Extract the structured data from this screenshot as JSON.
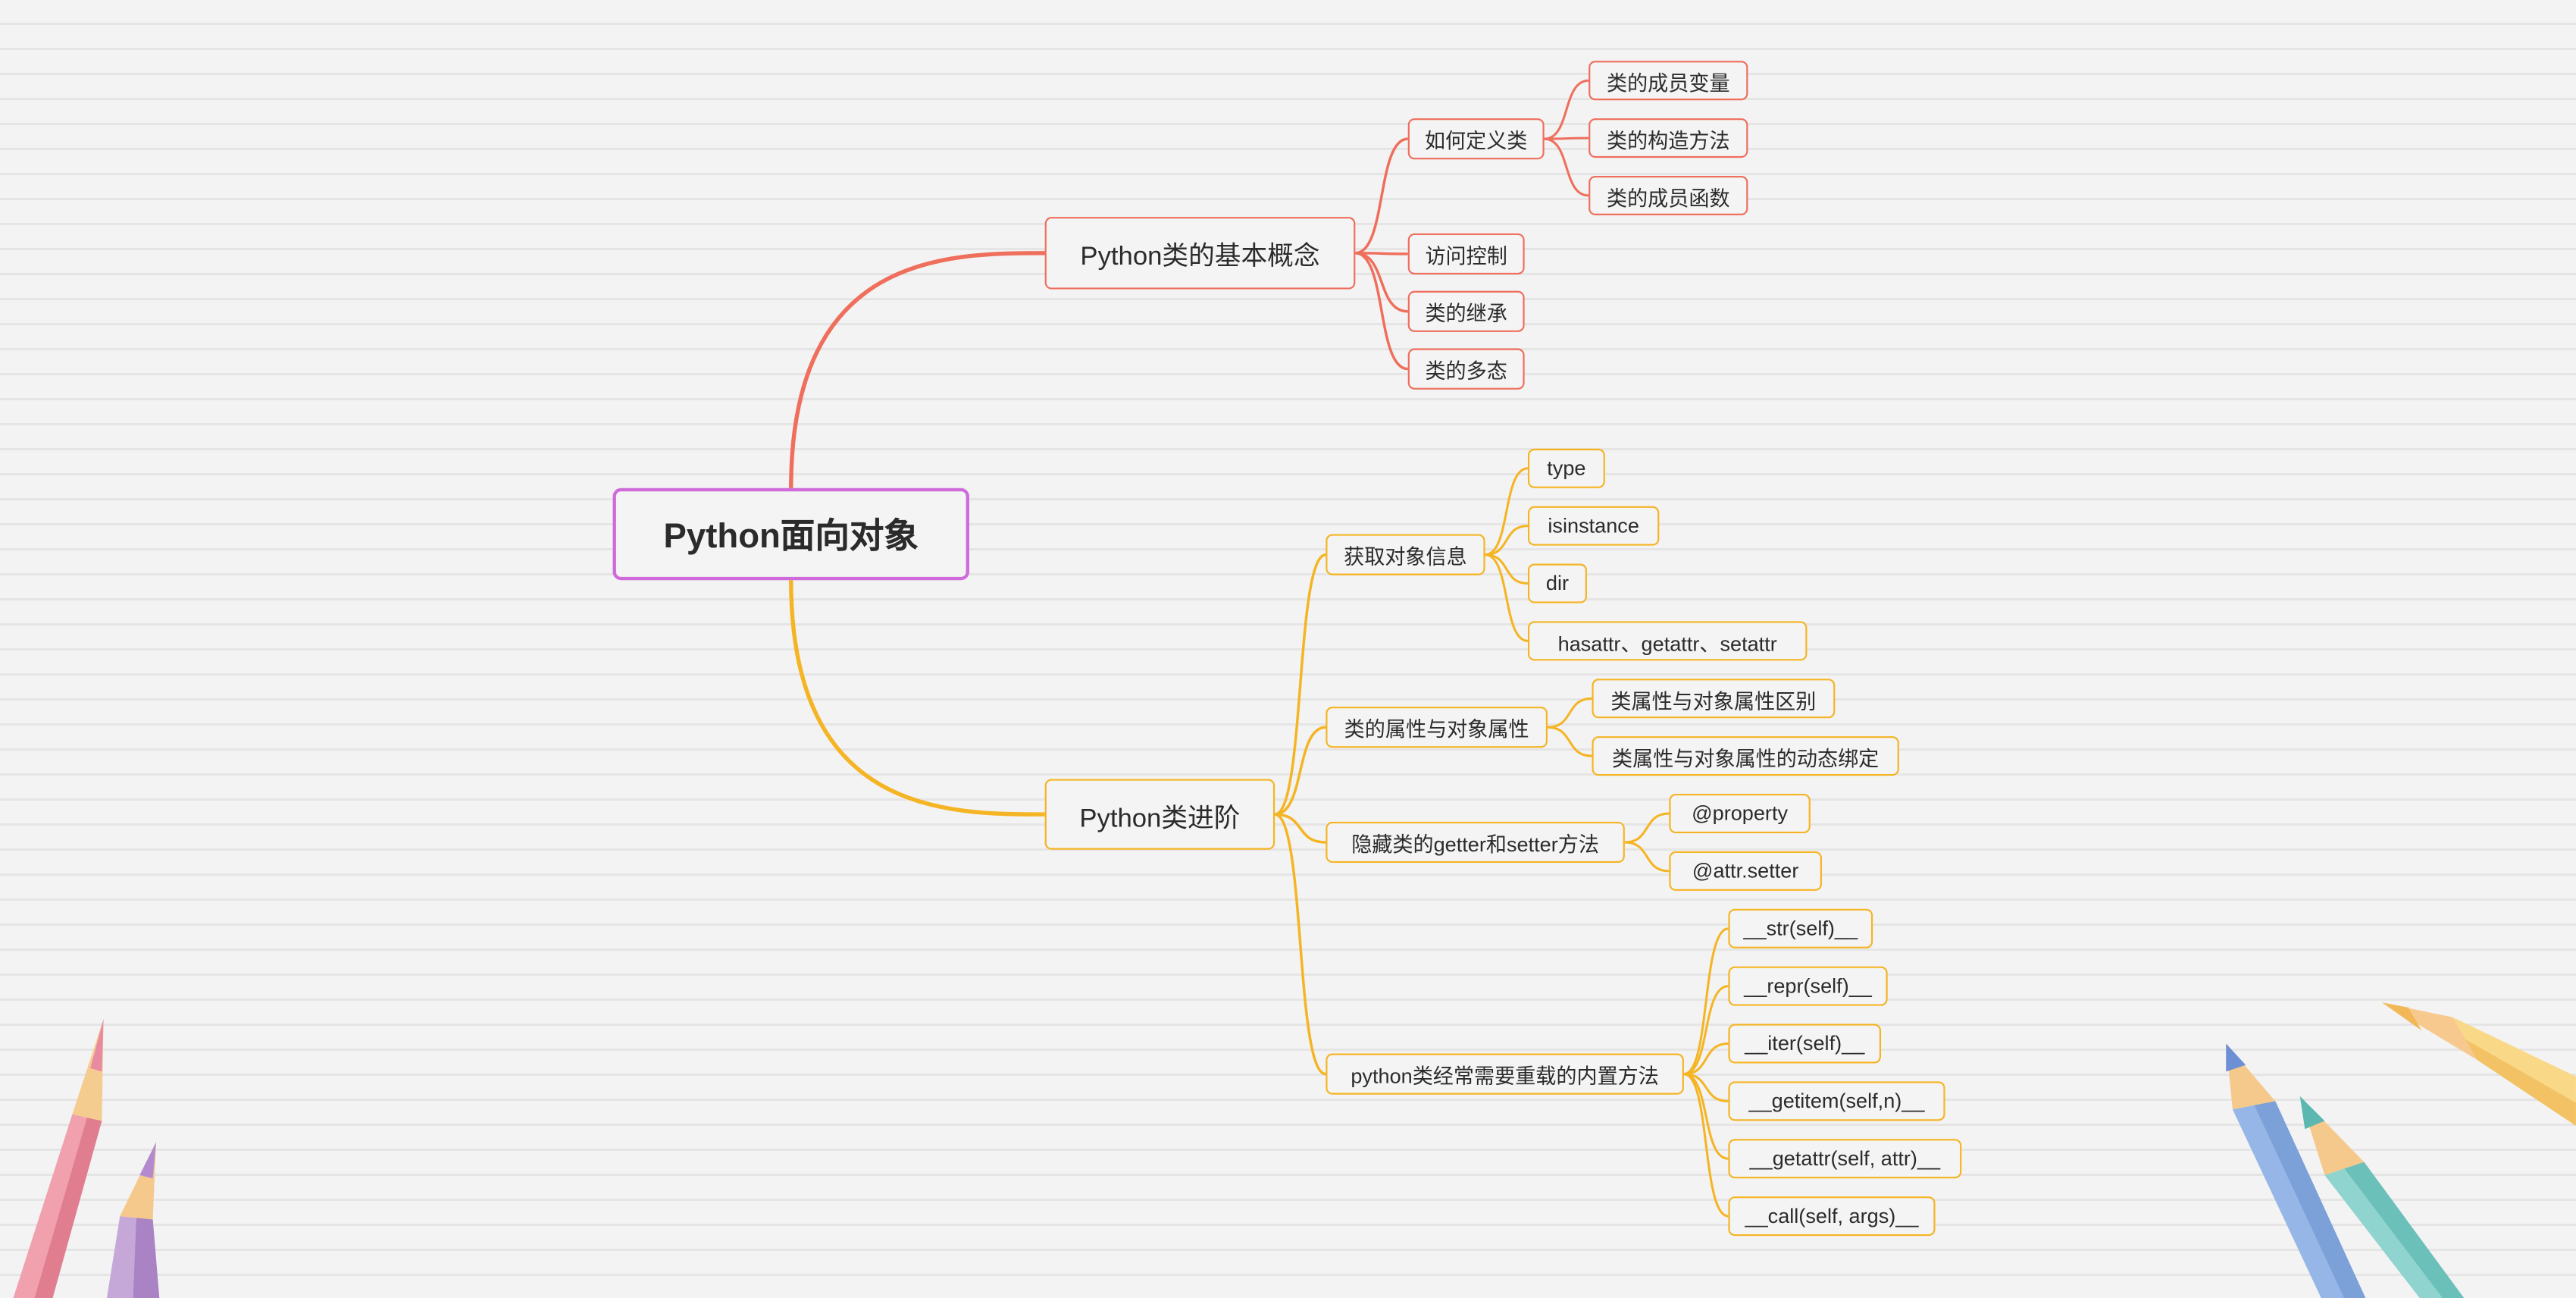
{
  "colors": {
    "root": "#cf6bd9",
    "branch_1": "#ef6e5c",
    "branch_2": "#f5b423"
  },
  "decorations": [
    "pink-pencil-icon",
    "purple-pencil-icon",
    "blue-pencil-icon",
    "teal-pencil-icon",
    "yellow-pencil-icon"
  ],
  "mindmap": {
    "root": "Python面向对象",
    "branches": [
      {
        "label": "Python类的基本概念",
        "children": [
          {
            "label": "如何定义类",
            "children": [
              "类的成员变量",
              "类的构造方法",
              "类的成员函数"
            ]
          },
          {
            "label": "访问控制",
            "children": []
          },
          {
            "label": "类的继承",
            "children": []
          },
          {
            "label": "类的多态",
            "children": []
          }
        ]
      },
      {
        "label": "Python类进阶",
        "children": [
          {
            "label": "获取对象信息",
            "children": [
              "type",
              "isinstance",
              "dir",
              "hasattr、getattr、setattr"
            ]
          },
          {
            "label": "类的属性与对象属性",
            "children": [
              "类属性与对象属性区别",
              "类属性与对象属性的动态绑定"
            ]
          },
          {
            "label": "隐藏类的getter和setter方法",
            "children": [
              "@property",
              "@attr.setter"
            ]
          },
          {
            "label": "python类经常需要重载的内置方法",
            "children": [
              "__str(self)__",
              "__repr(self)__",
              "__iter(self)__",
              "__getitem(self,n)__",
              "__getattr(self, attr)__",
              "__call(self, args)__"
            ]
          }
        ]
      }
    ]
  }
}
